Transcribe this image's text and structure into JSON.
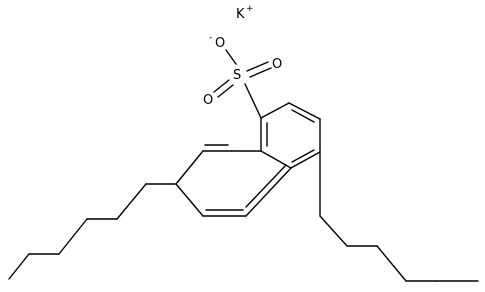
{
  "molecule": {
    "cation": {
      "symbol": "K",
      "charge": "+"
    },
    "sulfonate": {
      "sulfur": "S",
      "oxygen_top": {
        "symbol": "O",
        "charge": "-"
      },
      "oxygen_right": "O",
      "oxygen_left": "O"
    }
  },
  "colors": {
    "bond": "#000000",
    "background": "#ffffff"
  }
}
